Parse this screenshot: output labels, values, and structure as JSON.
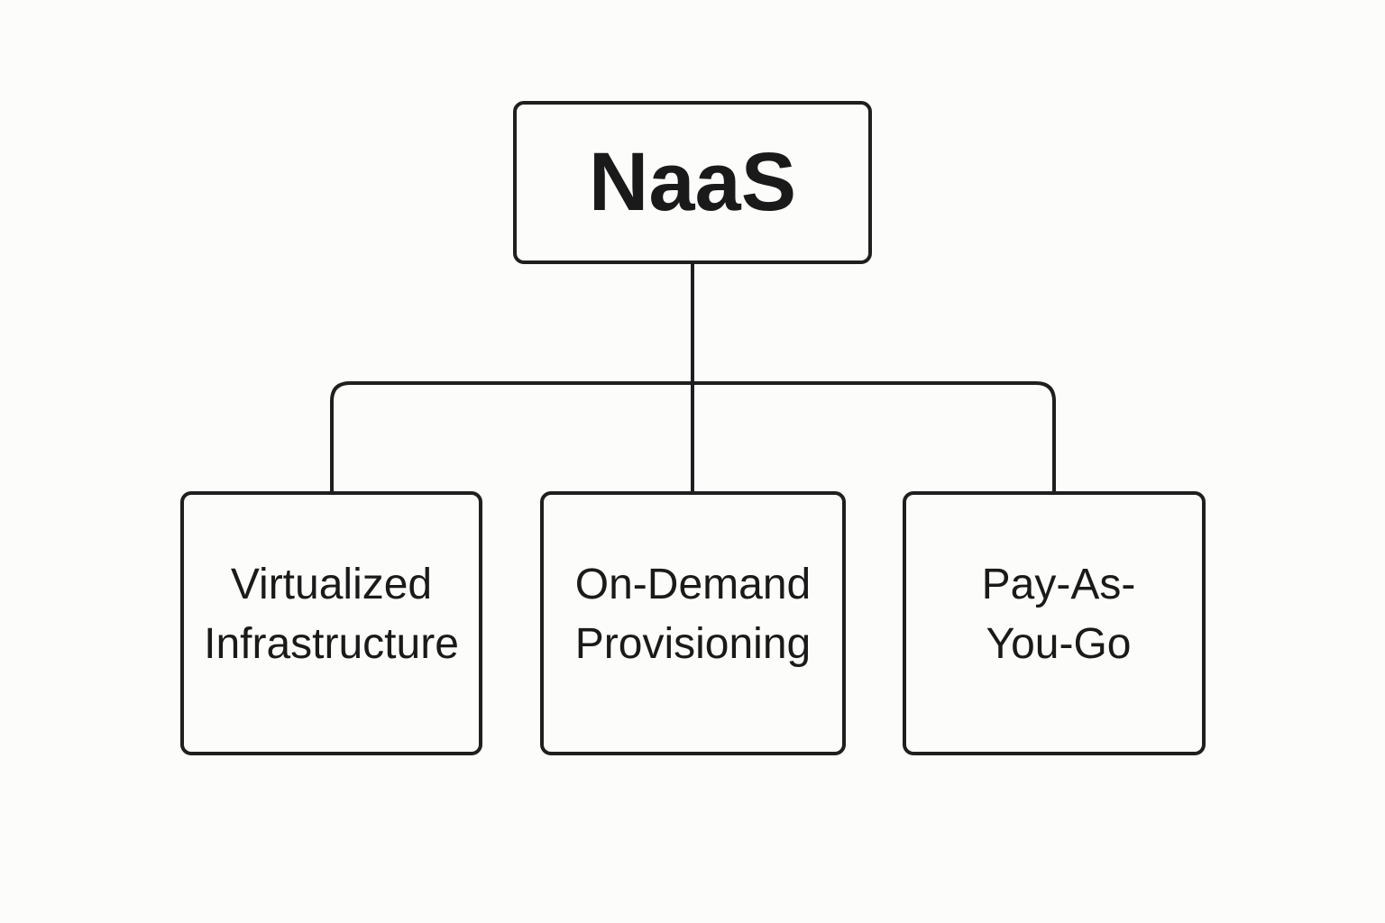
{
  "root": {
    "label": "NaaS"
  },
  "children": [
    {
      "label": "Virtualized Infrastructure"
    },
    {
      "label": "On-Demand Provisioning"
    },
    {
      "label": "Pay-As- You-Go"
    }
  ],
  "colors": {
    "stroke": "#1f1f1f",
    "background": "#fcfcfa"
  }
}
